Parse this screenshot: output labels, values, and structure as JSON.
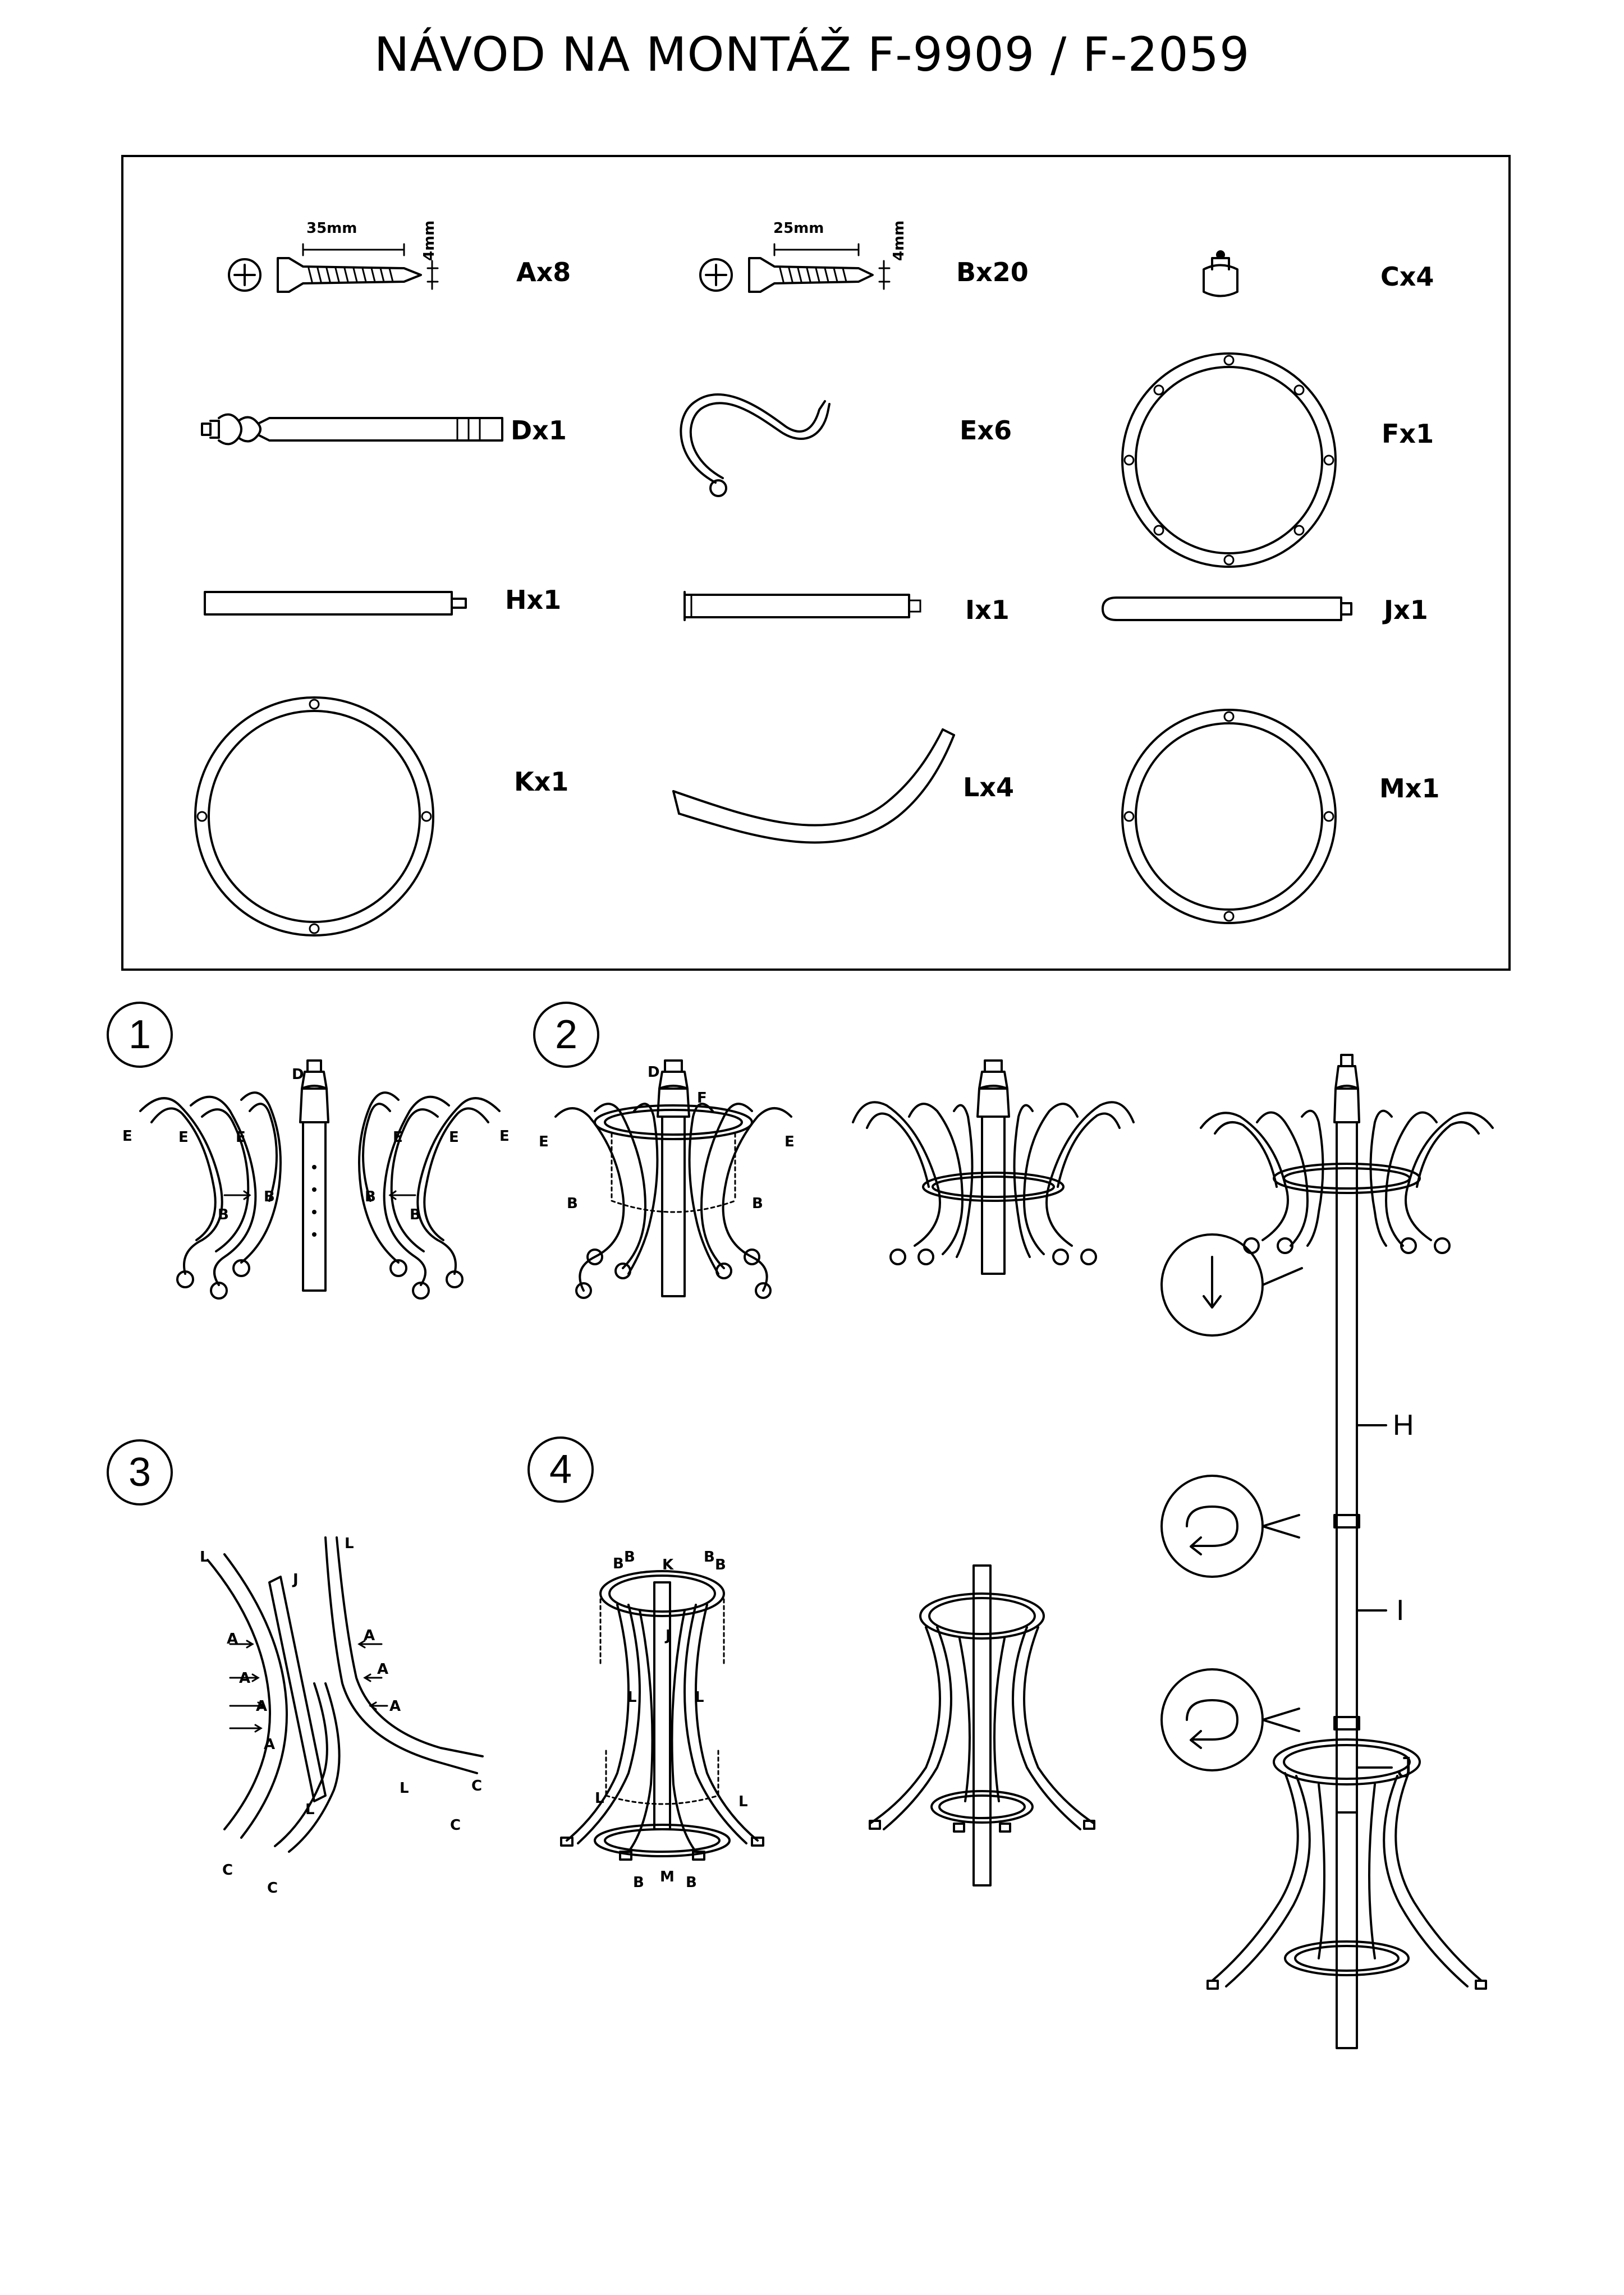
{
  "title": "NÁVOD NA MONTÁŽ F-9909 / F-2059",
  "parts": [
    {
      "id": "A",
      "label": "Ax8",
      "dimension": "35mm",
      "diameter": "4mm"
    },
    {
      "id": "B",
      "label": "Bx20",
      "dimension": "25mm",
      "diameter": "4mm"
    },
    {
      "id": "C",
      "label": "Cx4"
    },
    {
      "id": "D",
      "label": "Dx1"
    },
    {
      "id": "E",
      "label": "Ex6"
    },
    {
      "id": "F",
      "label": "Fx1"
    },
    {
      "id": "H",
      "label": "Hx1"
    },
    {
      "id": "I",
      "label": "Ix1"
    },
    {
      "id": "J",
      "label": "Jx1"
    },
    {
      "id": "K",
      "label": "Kx1"
    },
    {
      "id": "L",
      "label": "Lx4"
    },
    {
      "id": "M",
      "label": "Mx1"
    }
  ],
  "steps": [
    "1",
    "2",
    "3",
    "4"
  ],
  "final_labels": {
    "h": "H",
    "i": "I",
    "j": "J"
  },
  "letters": {
    "a": "A",
    "b": "B",
    "c": "C",
    "d": "D",
    "e": "E",
    "f": "F",
    "j": "J",
    "k": "K",
    "l": "L",
    "m": "M"
  }
}
